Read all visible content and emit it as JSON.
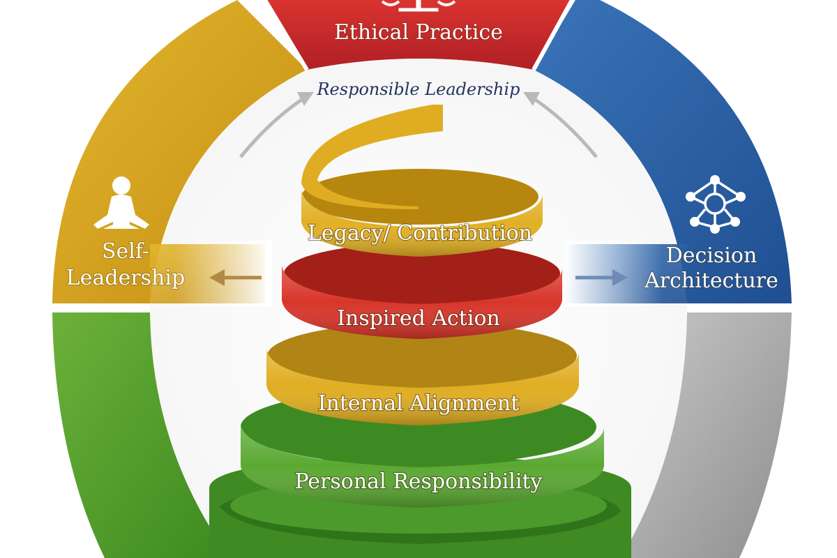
{
  "segments": {
    "ethical_practice": {
      "label": "Ethical Practice",
      "color": "#c8262e",
      "icon": "scales-icon"
    },
    "self_leadership": {
      "label_line1": "Self-",
      "label_line2": "Leadership",
      "color": "#d4a21a",
      "icon": "meditating-person-icon"
    },
    "decision_architecture": {
      "label_line1": "Decision",
      "label_line2": "Architecture",
      "color": "#2a62a8",
      "icon": "network-nodes-icon"
    },
    "bottom_left": {
      "color": "#4f9a2a"
    },
    "bottom_right": {
      "color": "#a8a8a8"
    }
  },
  "inner_ring": {
    "label": "Responsible Leadership"
  },
  "spiral": {
    "bands": [
      {
        "label": "Legacy/ Contribution",
        "color": "#e2b025"
      },
      {
        "label": "Inspired Action",
        "color": "#d8352a"
      },
      {
        "label": "Internal Alignment",
        "color": "#e0ad22"
      },
      {
        "label": "Personal Responsibility",
        "color": "#5aa832"
      }
    ],
    "base_color": "#3f8a22"
  }
}
